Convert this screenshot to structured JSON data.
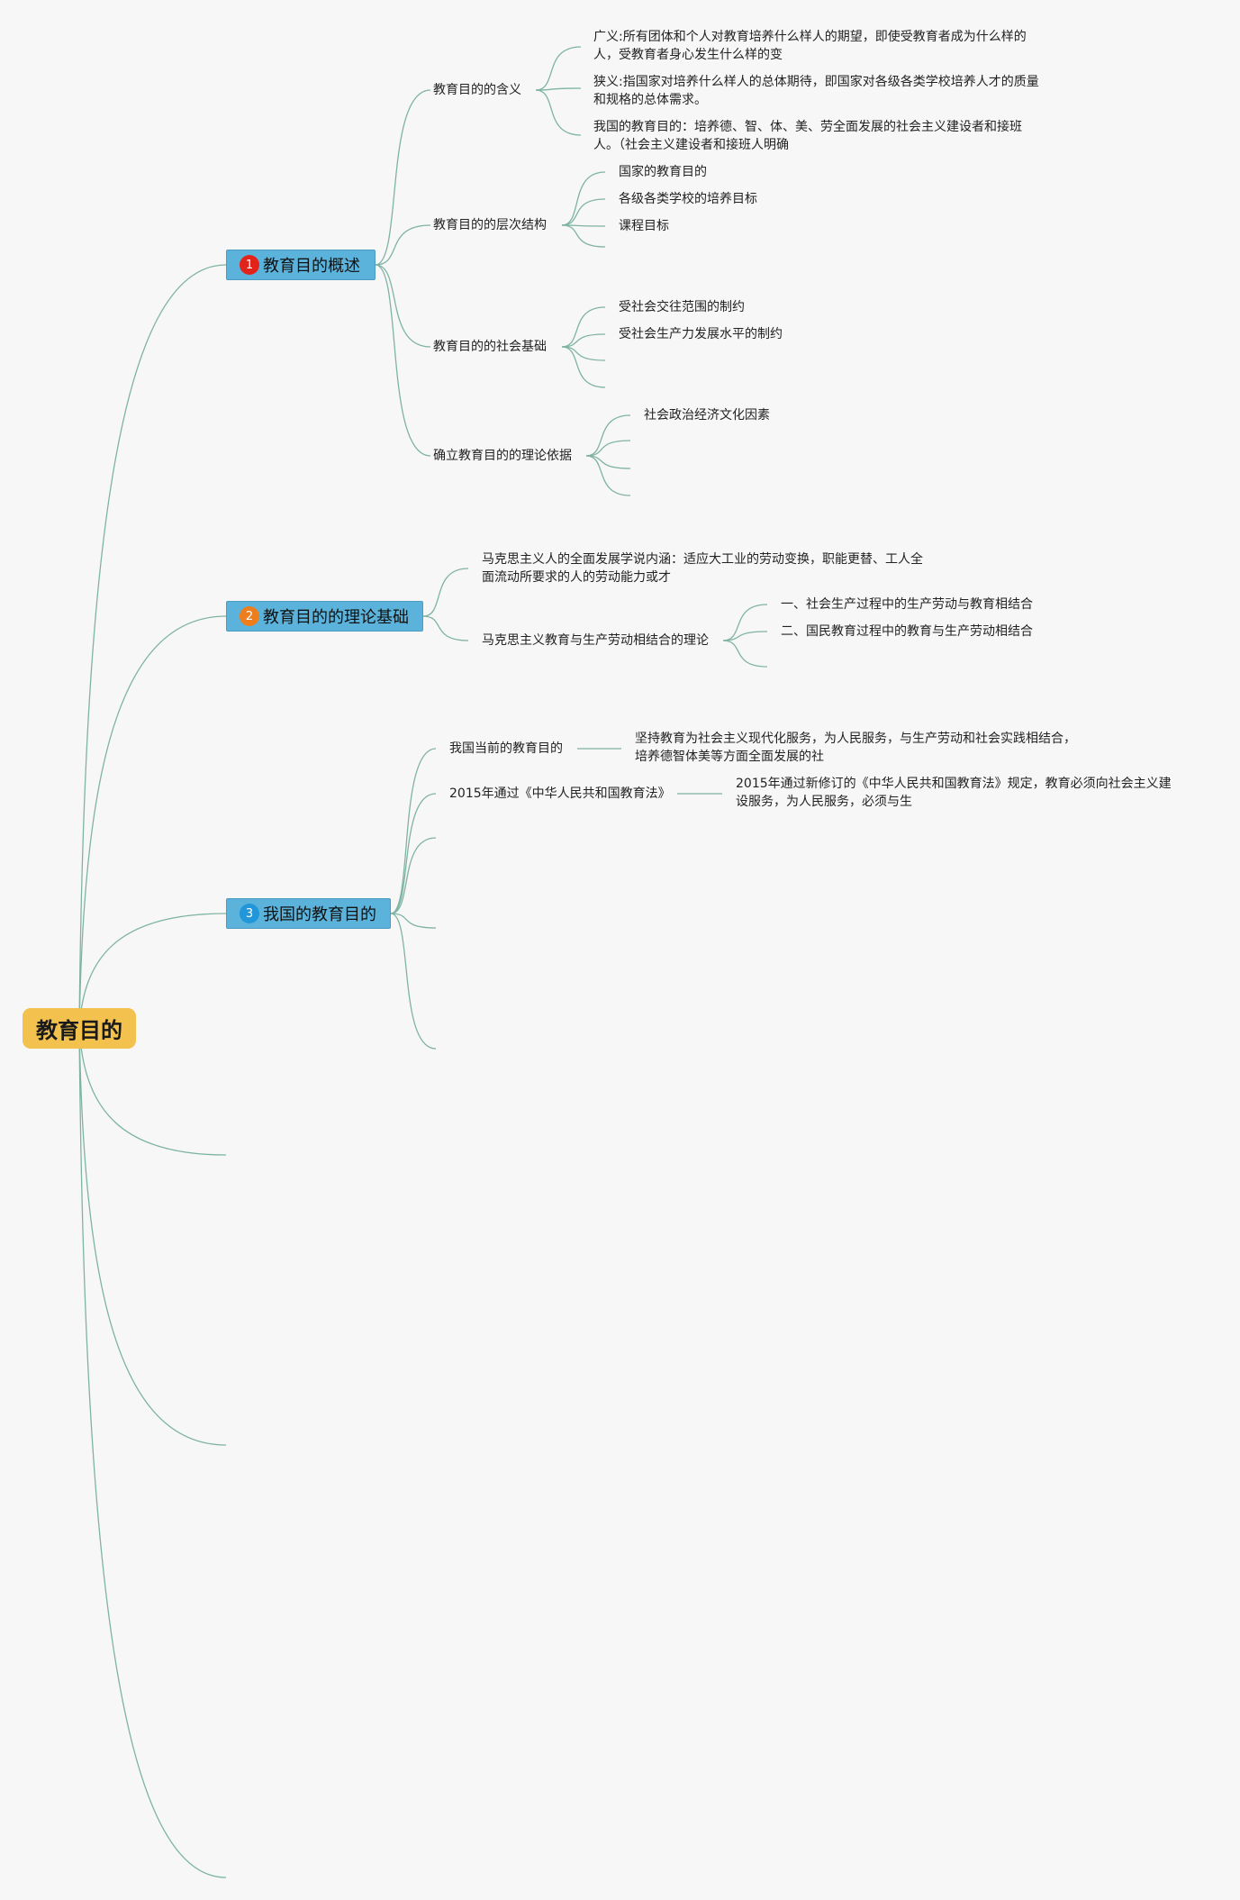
{
  "root": {
    "label": "教育目的"
  },
  "colors": {
    "root_fill": "#f2c14e",
    "topic_fill": "#5bb3dc",
    "link": "#7fb3a3",
    "badge_1": "#e2231a",
    "badge_2": "#ee7d1c",
    "badge_3": "#2196d9"
  },
  "branches": [
    {
      "badge": "1",
      "label": "教育目的概述",
      "children": [
        {
          "label": "教育目的的含义",
          "items": [
            "广义:所有团体和个人对教育培养什么样人的期望，即使受教育者成为什么样的人，受教育者身心发生什么样的变",
            "狭义:指国家对培养什么样人的总体期待，即国家对各级各类学校培养人才的质量和规格的总体需求。",
            "我国的教育目的：培养德、智、体、美、劳全面发展的社会主义建设者和接班人。（社会主义建设者和接班人明确"
          ]
        },
        {
          "label": "教育目的的层次结构",
          "items": [
            "国家的教育目的",
            "各级各类学校的培养目标",
            "课程目标"
          ]
        },
        {
          "label": "教育目的的社会基础",
          "items": [
            "受社会交往范围的制约",
            "受社会生产力发展水平的制约"
          ]
        },
        {
          "label": "确立教育目的的理论依据",
          "items": [
            "社会政治经济文化因素"
          ]
        }
      ]
    },
    {
      "badge": "2",
      "label": "教育目的的理论基础",
      "children": [
        {
          "label": "马克思主义人的全面发展学说内涵：适应大工业的劳动变换，职能更替、工人全面流动所要求的人的劳动能力或才"
        },
        {
          "label": "马克思主义教育与生产劳动相结合的理论",
          "items": [
            "一、社会生产过程中的生产劳动与教育相结合",
            "二、国民教育过程中的教育与生产劳动相结合"
          ]
        }
      ]
    },
    {
      "badge": "3",
      "label": "我国的教育目的",
      "children": [
        {
          "label": "我国当前的教育目的",
          "detail": "坚持教育为社会主义现代化服务，为人民服务，与生产劳动和社会实践相结合，培养德智体美等方面全面发展的社"
        },
        {
          "label": "2015年通过《中华人民共和国教育法》",
          "detail": "2015年通过新修订的《中华人民共和国教育法》规定，教育必须向社会主义建设服务，为人民服务，必须与生"
        }
      ]
    }
  ]
}
